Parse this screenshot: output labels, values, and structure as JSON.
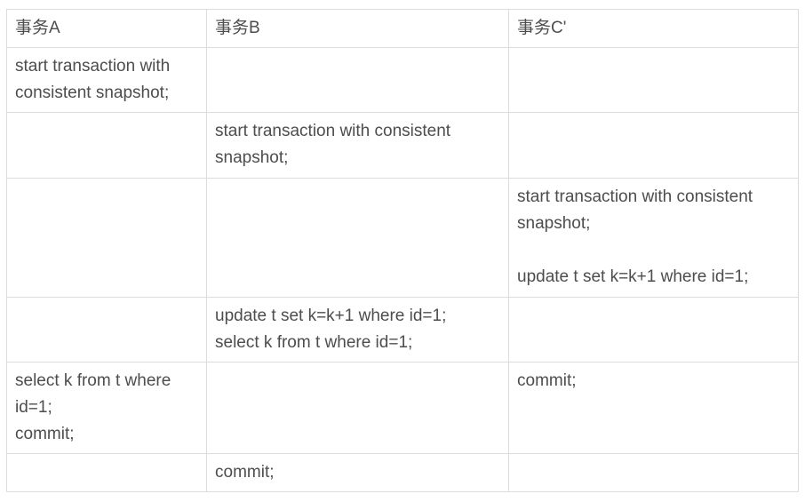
{
  "colors": {
    "background": "#ffffff",
    "border": "#dcdcdc",
    "text": "#4d4d4d"
  },
  "table": {
    "headers": [
      "事务A",
      "事务B",
      "事务C'"
    ],
    "rows": [
      {
        "a": "start transaction with consistent snapshot;",
        "b": "",
        "c": ""
      },
      {
        "a": "",
        "b": "start transaction with consistent snapshot;",
        "c": ""
      },
      {
        "a": "",
        "b": "",
        "c": "start transaction with consistent snapshot;\n\nupdate t set k=k+1 where id=1;"
      },
      {
        "a": "",
        "b": "update t set k=k+1 where id=1;\nselect k from t where id=1;",
        "c": ""
      },
      {
        "a": "select k from t where id=1;\ncommit;",
        "b": "",
        "c": "commit;"
      },
      {
        "a": "",
        "b": "commit;",
        "c": ""
      }
    ]
  }
}
